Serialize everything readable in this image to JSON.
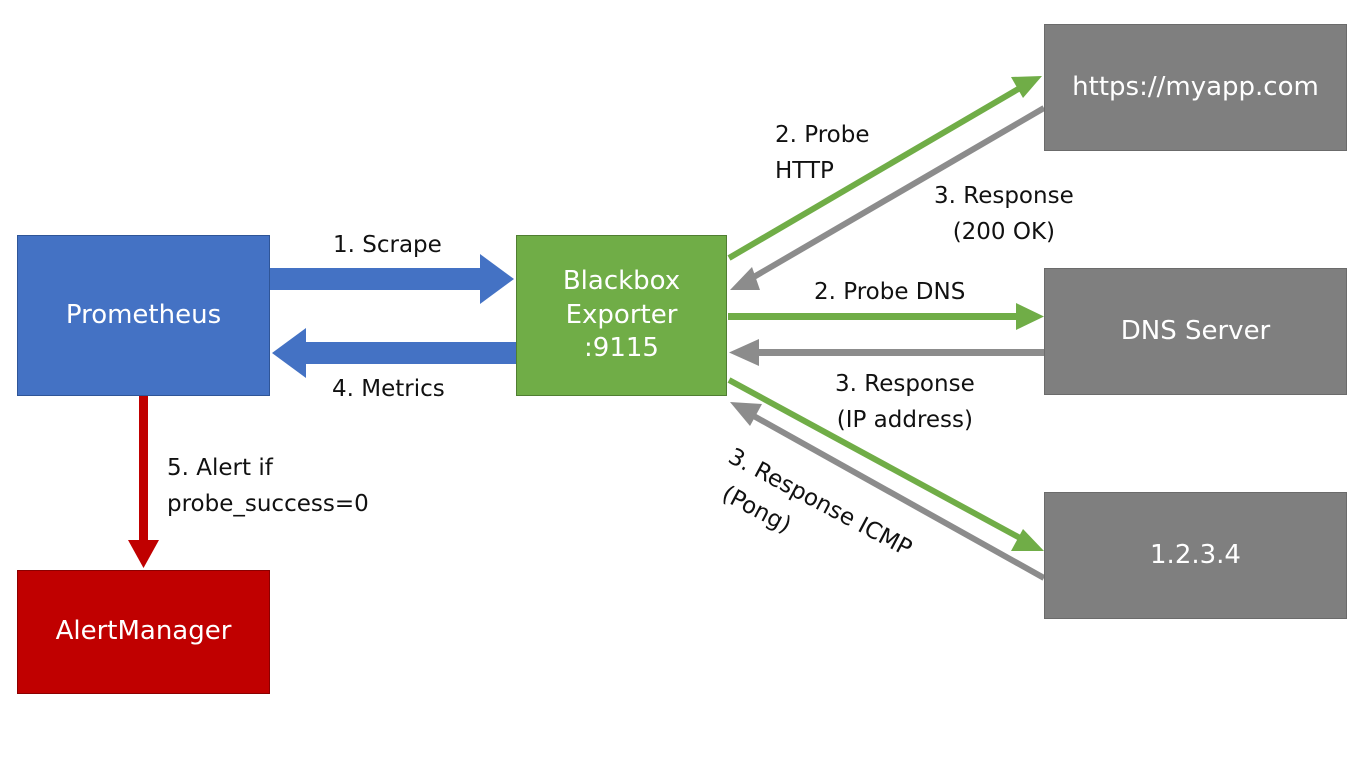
{
  "nodes": {
    "prometheus": "Prometheus",
    "blackbox": [
      "Blackbox",
      "Exporter",
      ":9115"
    ],
    "alertmanager": "AlertManager",
    "target_http": "https://myapp.com",
    "target_dns": "DNS Server",
    "target_icmp": "1.2.3.4"
  },
  "edges": {
    "scrape": "1. Scrape",
    "metrics": "4. Metrics",
    "alert": [
      "5. Alert if",
      "probe_success=0"
    ],
    "probe_http": [
      "2. Probe",
      "HTTP"
    ],
    "response_http": [
      "3. Response",
      "(200 OK)"
    ],
    "probe_dns": "2. Probe DNS",
    "response_dns": [
      "3. Response",
      "(IP address)"
    ],
    "response_icmp": [
      "3. Response ICMP",
      "(Pong)"
    ]
  },
  "colors": {
    "prometheus": "#4472c4",
    "blackbox": "#70ad47",
    "alertmanager": "#c00000",
    "target": "#7f7f7f",
    "arrow_blue": "#4472c4",
    "arrow_green": "#70ad47",
    "arrow_gray": "#8c8c8c",
    "arrow_red": "#c00000"
  }
}
